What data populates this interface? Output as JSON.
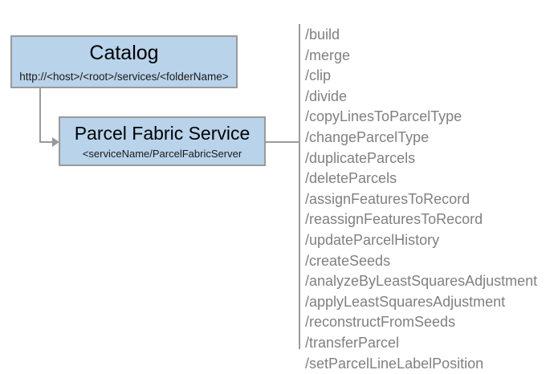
{
  "diagram": {
    "type": "architecture-diagram",
    "background_color": "#ffffff",
    "node_fill_color": "#b8d3ea",
    "node_border_color": "#9a9a9a",
    "connector_color": "#9a9a9a",
    "operations_text_color": "#808080"
  },
  "nodes": {
    "catalog": {
      "title": "Catalog",
      "subtitle": "http://<host>/<root>/services/<folderName>"
    },
    "service": {
      "title": "Parcel Fabric Service",
      "subtitle": "<serviceName/ParcelFabricServer"
    }
  },
  "operations": [
    "/build",
    "/merge",
    "/clip",
    "/divide",
    "/copyLinesToParcelType",
    "/changeParcelType",
    "/duplicateParcels",
    "/deleteParcels",
    "/assignFeaturesToRecord",
    "/reassignFeaturesToRecord",
    "/updateParcelHistory",
    "/createSeeds",
    "/analyzeByLeastSquaresAdjustment",
    "/applyLeastSquaresAdjustment",
    "/reconstructFromSeeds",
    "/transferParcel",
    "/setParcelLineLabelPosition"
  ]
}
